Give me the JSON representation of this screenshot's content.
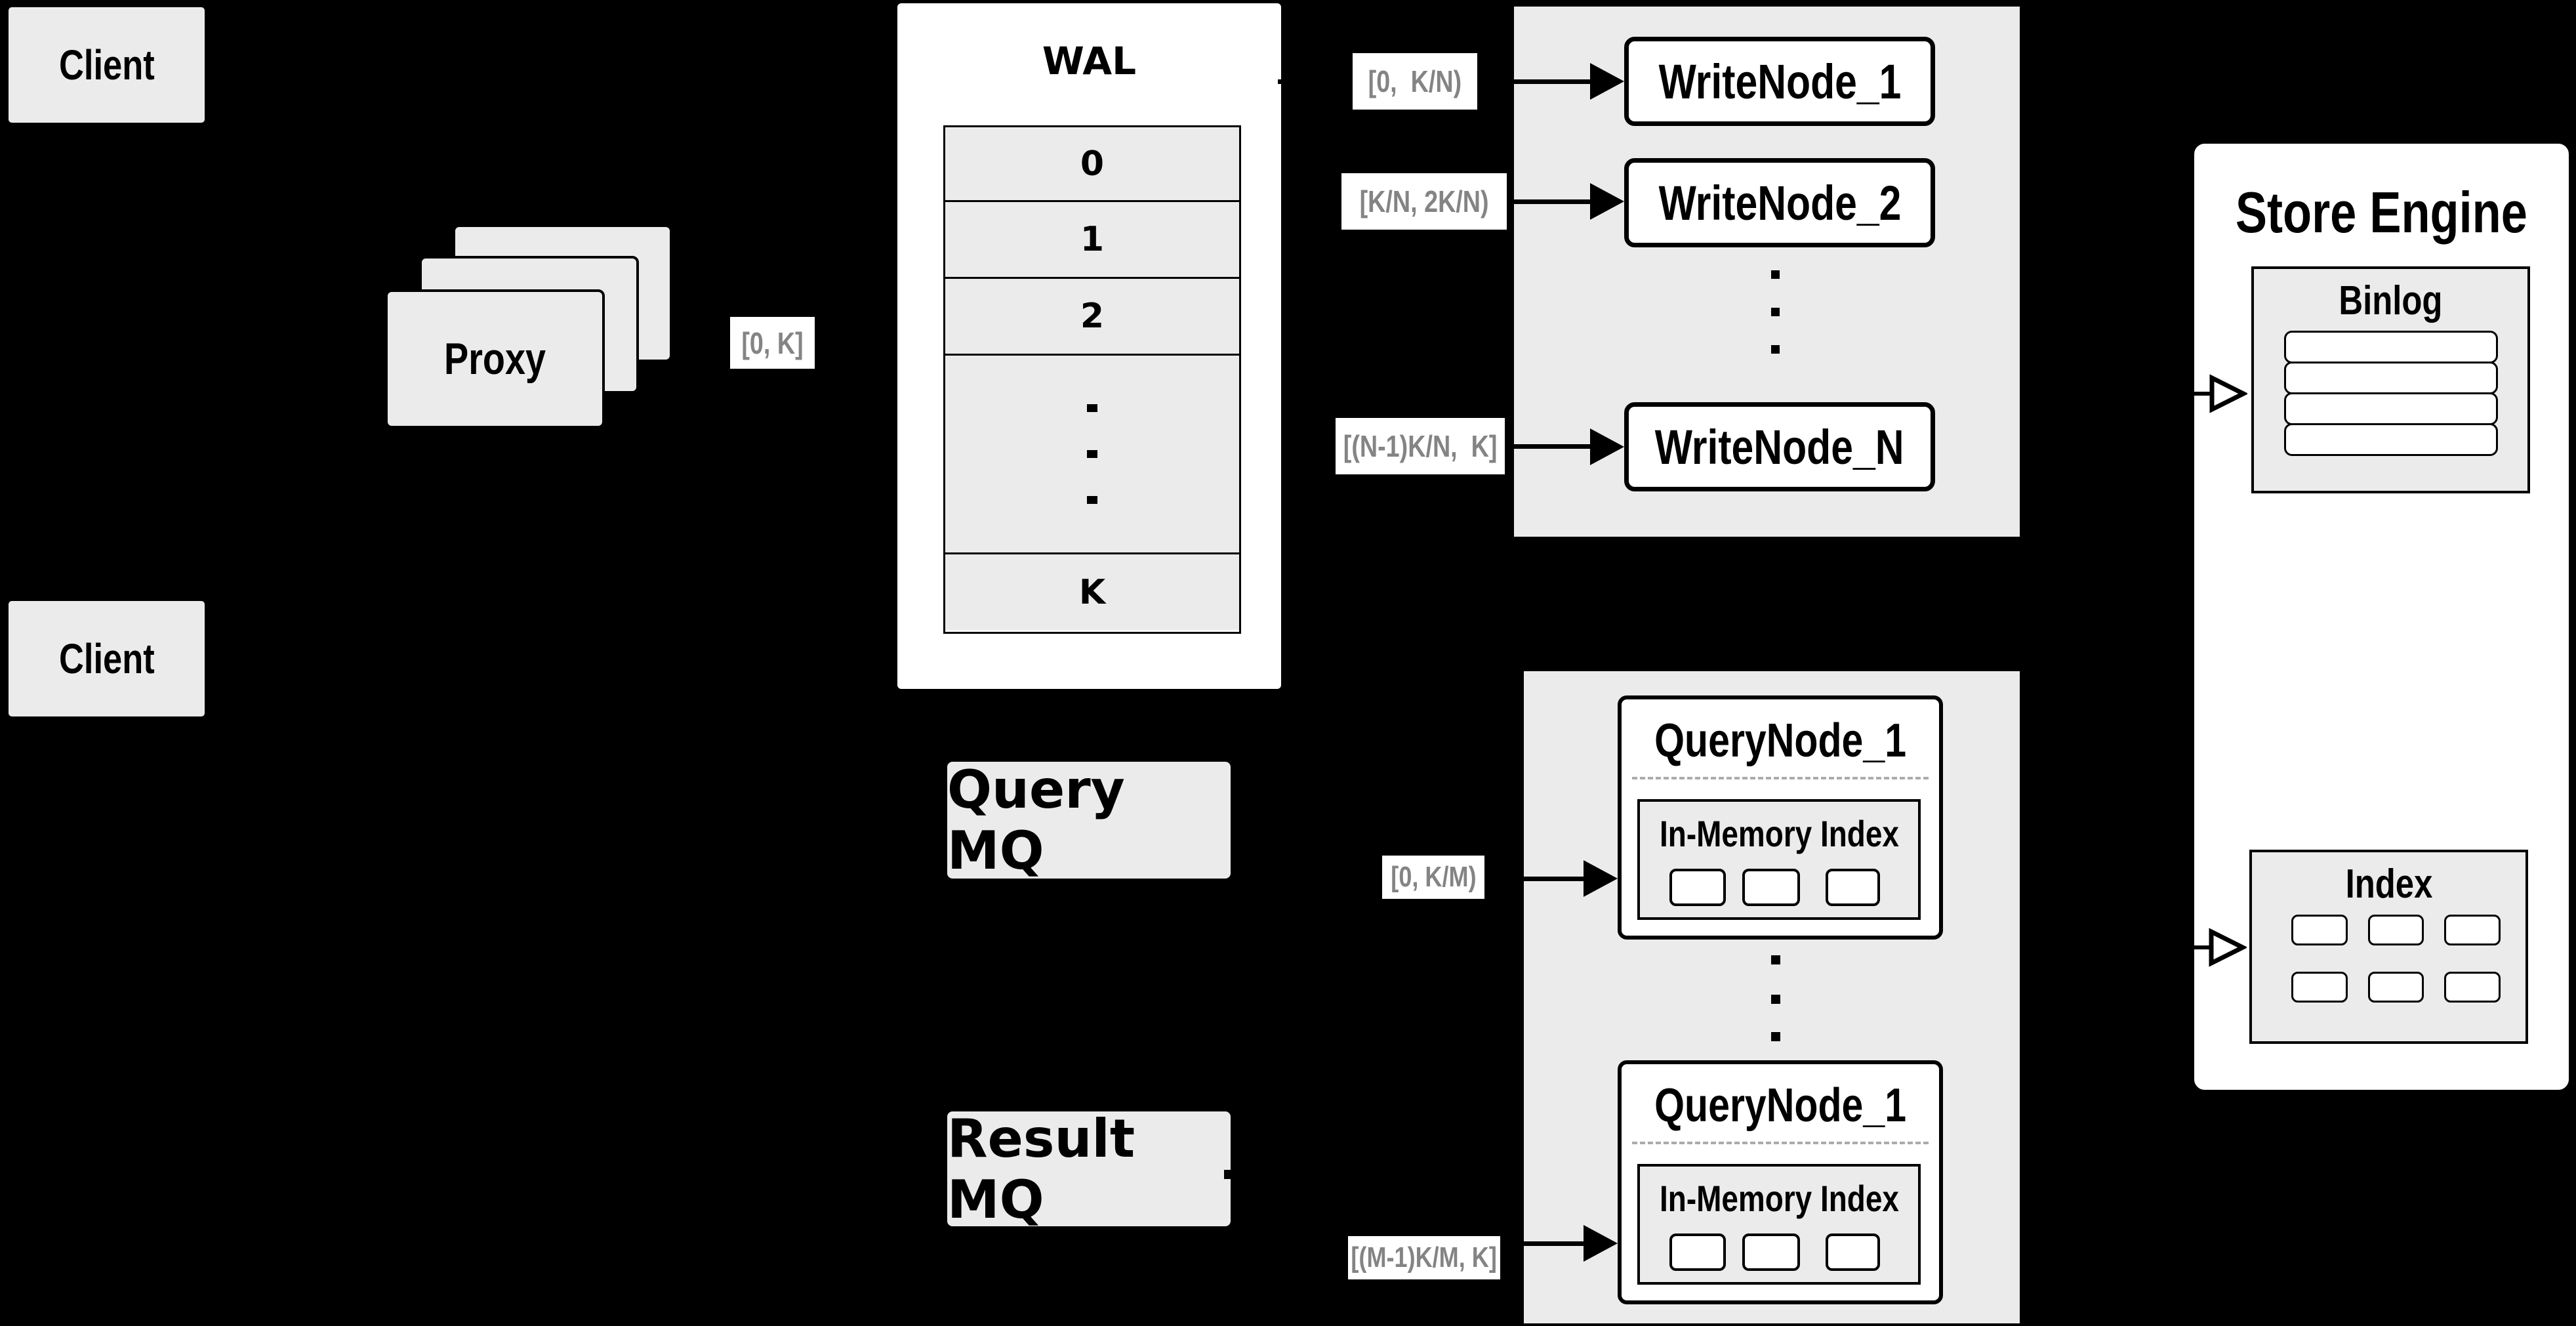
{
  "colors": {
    "background": "#000000",
    "cluster_panel": "#ebebeb",
    "node_fill": "#ffffff",
    "border": "#000000",
    "muted_label_text": "#848484"
  },
  "icons": {
    "solid_arrow_icon": "black filled right triangle",
    "open_arrow_icon": "white hollow right triangle",
    "vertical_ellipsis_icon": "three stacked black squares"
  },
  "clients": {
    "top_label": "Client",
    "bottom_label": "Client"
  },
  "proxy": {
    "label": "Proxy",
    "range_label": "[0, K]"
  },
  "wal": {
    "title": "WAL",
    "segments": [
      "0",
      "1",
      "2"
    ],
    "last_segment": "K"
  },
  "write_cluster": {
    "nodes": [
      "WriteNode_1",
      "WriteNode_2",
      "WriteNode_N"
    ],
    "range_labels": [
      "[0,  K/N)",
      "[K/N, 2K/N)",
      "[(N-1)K/N,  K]"
    ]
  },
  "mq": {
    "query_label": "Query MQ",
    "result_label": "Result MQ"
  },
  "query_cluster": {
    "nodes": [
      {
        "title": "QueryNode_1",
        "index_label": "In-Memory Index"
      },
      {
        "title": "QueryNode_1",
        "index_label": "In-Memory Index"
      }
    ],
    "range_labels": [
      "[0, K/M)",
      "[(M-1)K/M, K]"
    ]
  },
  "store_engine": {
    "title": "Store Engine",
    "binlog_title": "Binlog",
    "index_title": "Index"
  }
}
